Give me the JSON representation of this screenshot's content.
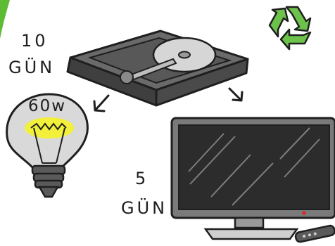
{
  "labels": {
    "bulb_days_number": "10",
    "bulb_days_unit": "GÜN",
    "bulb_wattage": "60w",
    "tv_days_number": "5",
    "tv_days_unit": "GÜN"
  },
  "icons": {
    "recycle": "recycle-icon",
    "hard_drive": "hard-drive-icon",
    "light_bulb": "light-bulb-icon",
    "television": "television-icon",
    "remote": "remote-control-icon"
  },
  "colors": {
    "accent_green": "#5dbb34",
    "device_gray": "#5a5a5a",
    "screen_dark": "#2c2c2c",
    "bulb_glass": "#d9d9d9",
    "filament_glow": "#f2f03a",
    "ink": "#1f1f1f"
  }
}
